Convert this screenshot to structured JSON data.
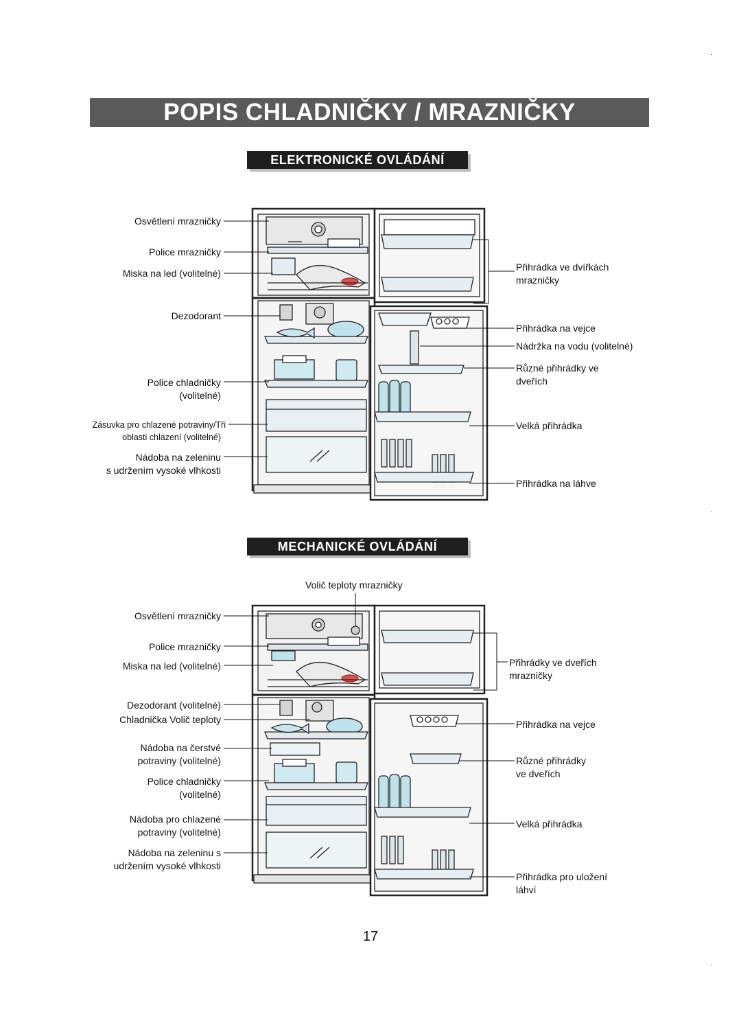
{
  "title": "POPIS CHLADNIČKY / MRAZNIČKY",
  "page_number": "17",
  "electronic": {
    "heading": "ELEKTRONICKÉ OVLÁDÁNÍ",
    "left_labels": [
      "Osvětlení mrazničky",
      "Police mrazničky",
      "Miska na led (volitelné)",
      "Dezodorant",
      "Police chladničky",
      "(volitelné)",
      "Zásuvka pro chlazené potraviny/Tři",
      "oblasti chlazení (volitelné)",
      "Nádoba na zeleninu",
      "s udržením vysoké vlhkosti"
    ],
    "right_labels": [
      "Přihrádka ve dvířkách",
      "mrazničky",
      "Přihrádka na vejce",
      "Nádržka na vodu (volitelné)",
      "Různé přihrádky ve",
      "dveřích",
      "Velká přihrádka",
      "Přihrádka na láhve"
    ]
  },
  "mechanical": {
    "heading": "MECHANICKÉ OVLÁDÁNÍ",
    "top_label": "Volič teploty mrazničky",
    "left_labels": [
      "Osvětlení mrazničky",
      "Police mrazničky",
      "Miska na led (volitelné)",
      "Dezodorant (volitelné)",
      "Chladnička Volič teploty",
      "Nádoba na čerstvé",
      "potraviny (volitelné)",
      "Police chladničky",
      "(volitelné)",
      "Nádoba pro chlazené",
      "potraviny (volitelné)",
      "Nádoba na zeleninu s",
      "udržením vysoké vlhkosti"
    ],
    "right_labels": [
      "Přihrádky ve dveřích",
      "mrazničky",
      "Přihrádka na vejce",
      "Různé přihrádky",
      "ve dveřích",
      "Velká přihrádka",
      "Přihrádka pro uložení",
      "láhví"
    ]
  }
}
